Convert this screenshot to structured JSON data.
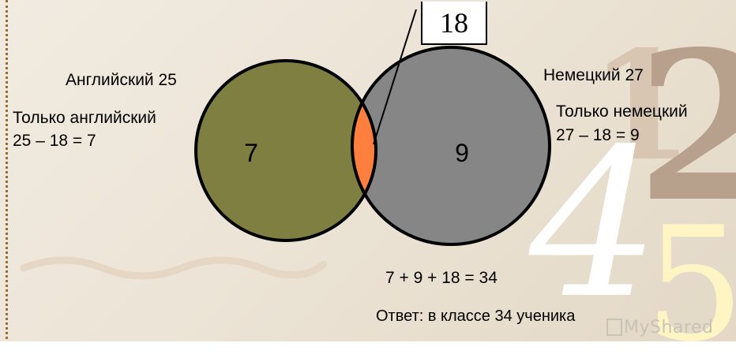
{
  "diagram": {
    "box_value": "18",
    "english_label": "Английский 25",
    "english_only_label": "Только английский",
    "english_only_calc": "25 – 18 = 7",
    "german_label": "Немецкий 27",
    "german_only_label": "Только немецкий",
    "german_only_calc": "27 – 18 = 9",
    "region_english_only": "7",
    "region_german_only": "9",
    "sum_line": "7 + 9 + 18 = 34",
    "answer_line": "Ответ: в классе 34 ученика",
    "watermark": "MyShared",
    "deco_numbers": [
      "1",
      "2",
      "4",
      "5"
    ]
  },
  "colors": {
    "english_circle": "#7f7f42",
    "german_circle": "#868686",
    "intersection": "#ff7f3f"
  }
}
